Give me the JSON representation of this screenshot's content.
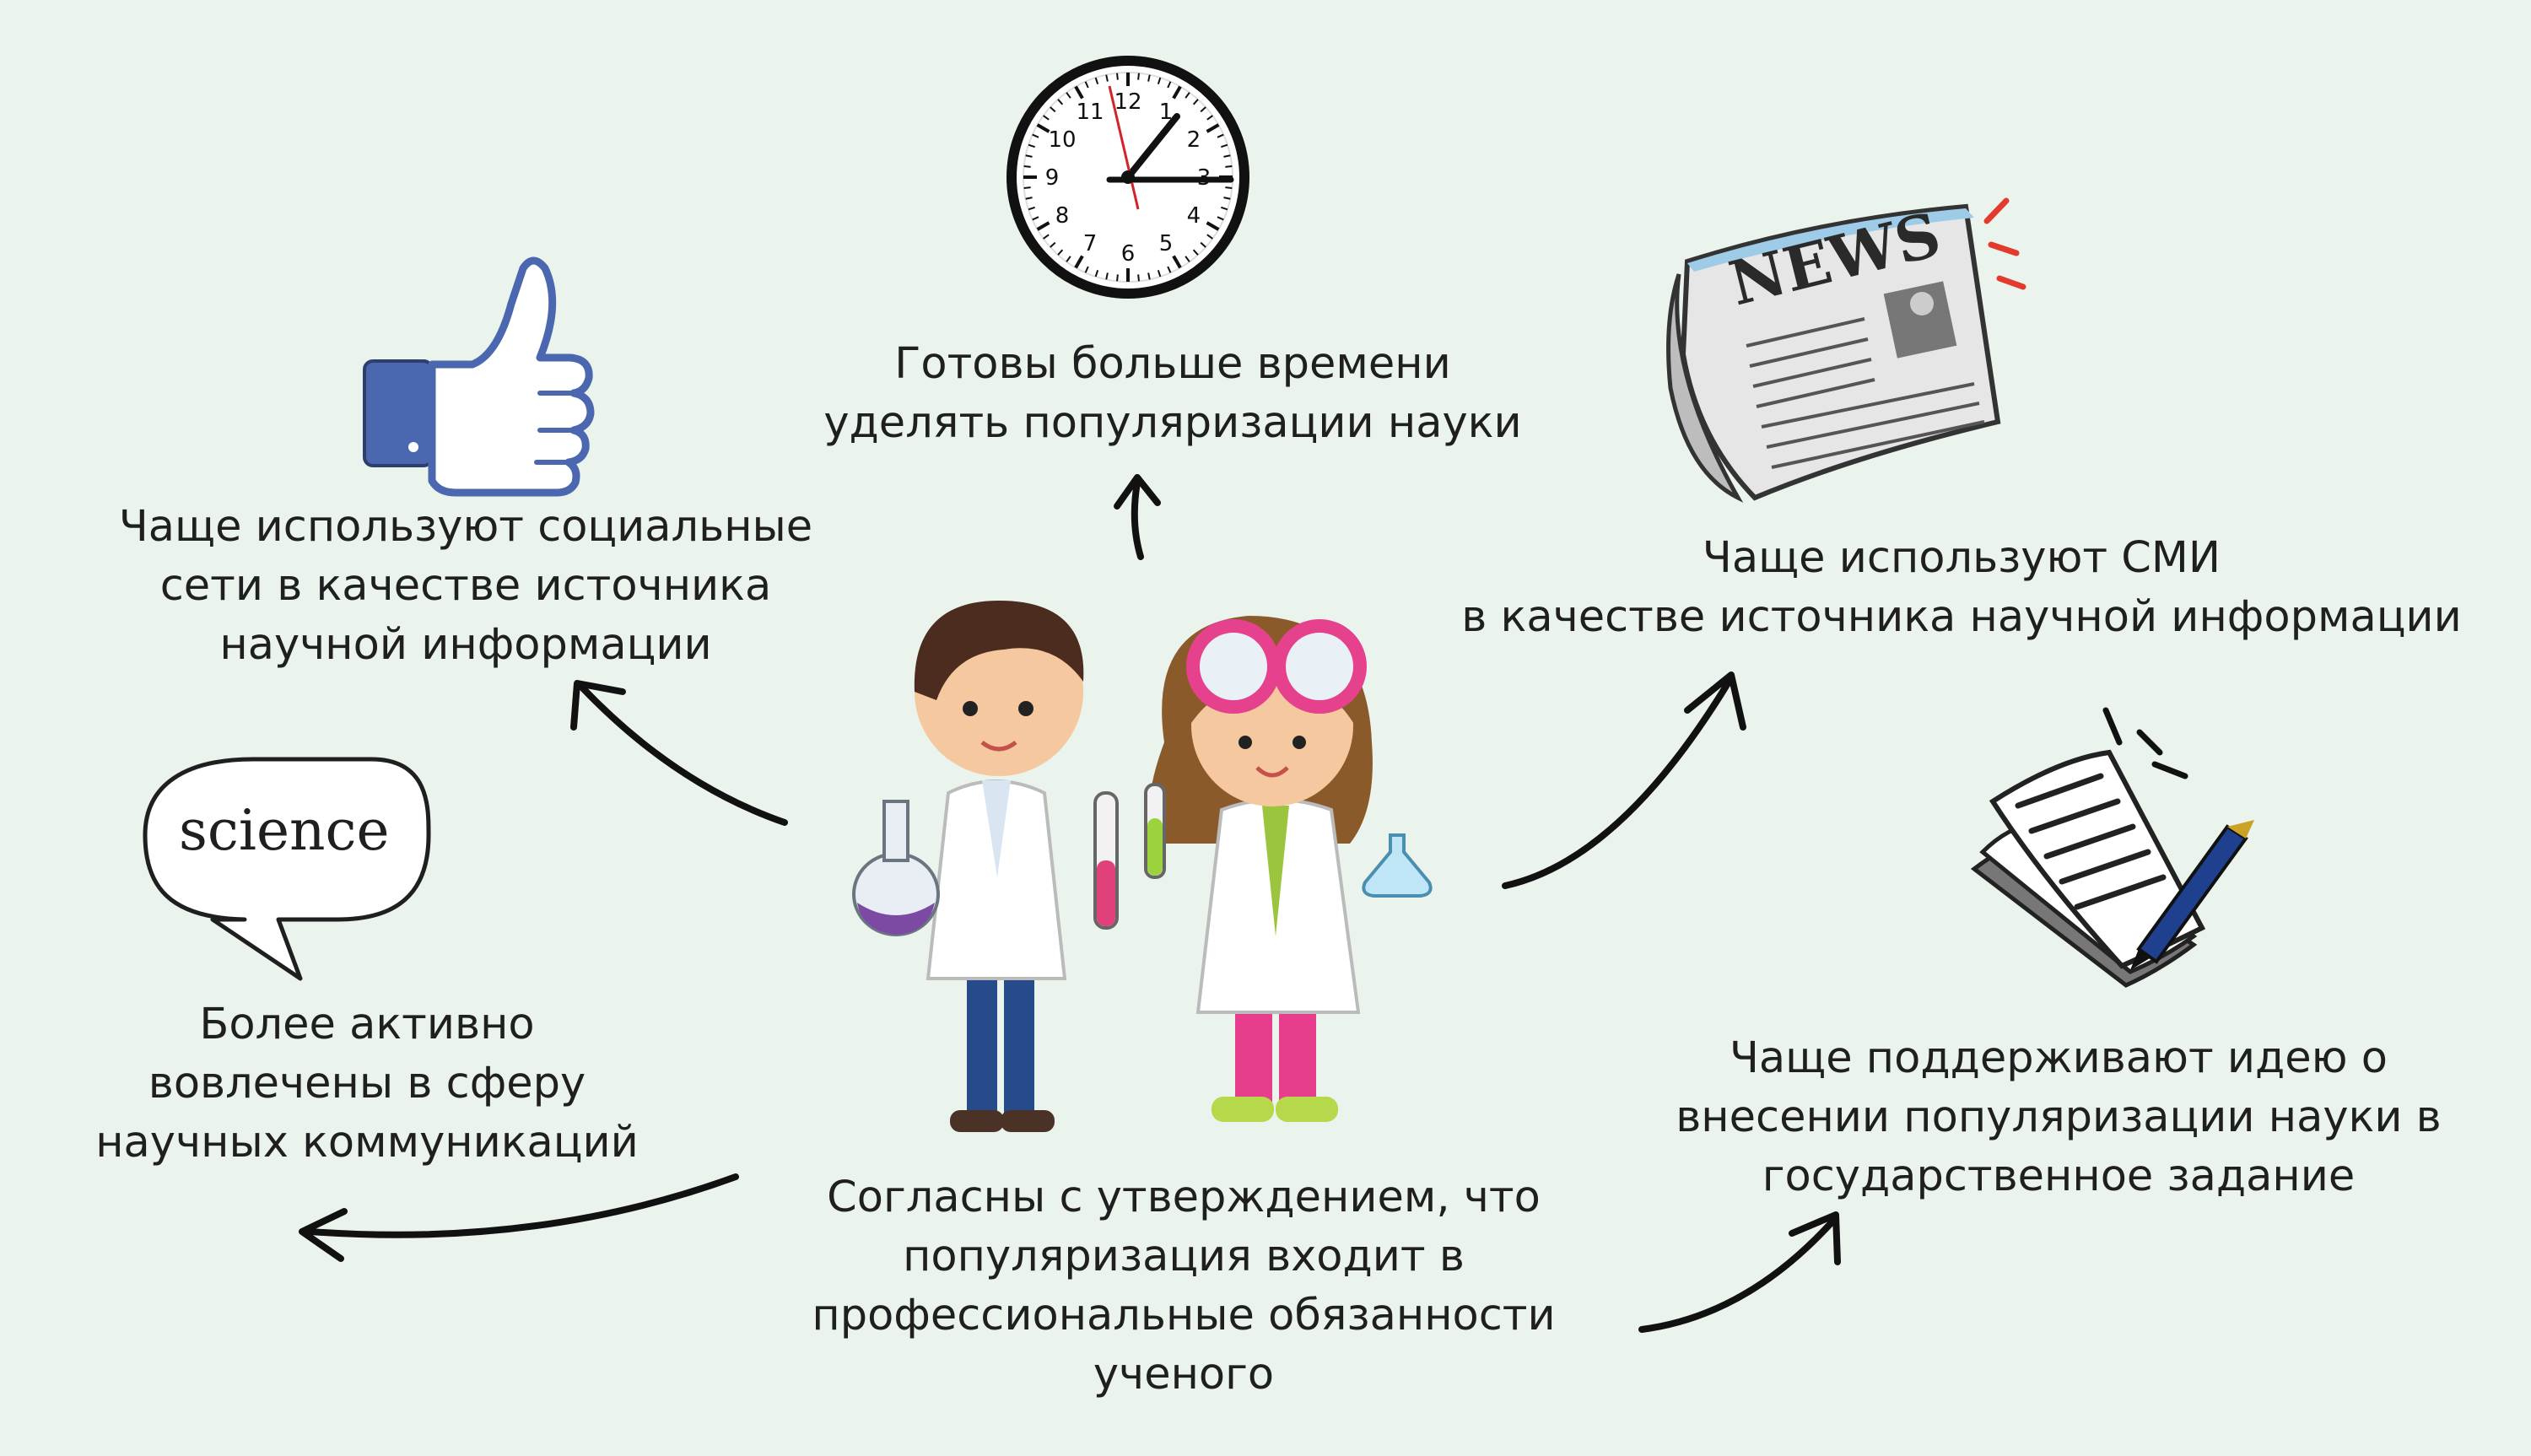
{
  "statements": {
    "social": [
      "Чаще используют социальные",
      "сети в качестве источника",
      "научной информации"
    ],
    "time": [
      "Готовы больше времени",
      "уделять популяризации науки"
    ],
    "media": [
      "Чаще используют СМИ",
      "в качестве источника научной информации"
    ],
    "communication": [
      "Более активно",
      "вовлечены в сферу",
      "научных коммуникаций"
    ],
    "duty": [
      "Согласны с утверждением, что",
      "популяризация входит в",
      "профессиональные обязанности",
      "ученого"
    ],
    "state_task": [
      "Чаще поддерживают идею о",
      "внесении популяризации науки в",
      "государственное задание"
    ]
  },
  "bubble": {
    "word": "science"
  },
  "newspaper": {
    "masthead": "NEWS"
  },
  "clock": {
    "numerals": [
      "12",
      "1",
      "2",
      "3",
      "4",
      "5",
      "6",
      "7",
      "8",
      "9",
      "10",
      "11"
    ]
  },
  "icons": [
    "thumbs-up-icon",
    "clock-icon",
    "newspaper-icon",
    "speech-bubble-icon",
    "notepad-pen-icon",
    "scientists-illustration"
  ],
  "colors": {
    "background": "#eaf3ec",
    "thumb": "#4a67b0",
    "text": "#1f1f1f"
  }
}
